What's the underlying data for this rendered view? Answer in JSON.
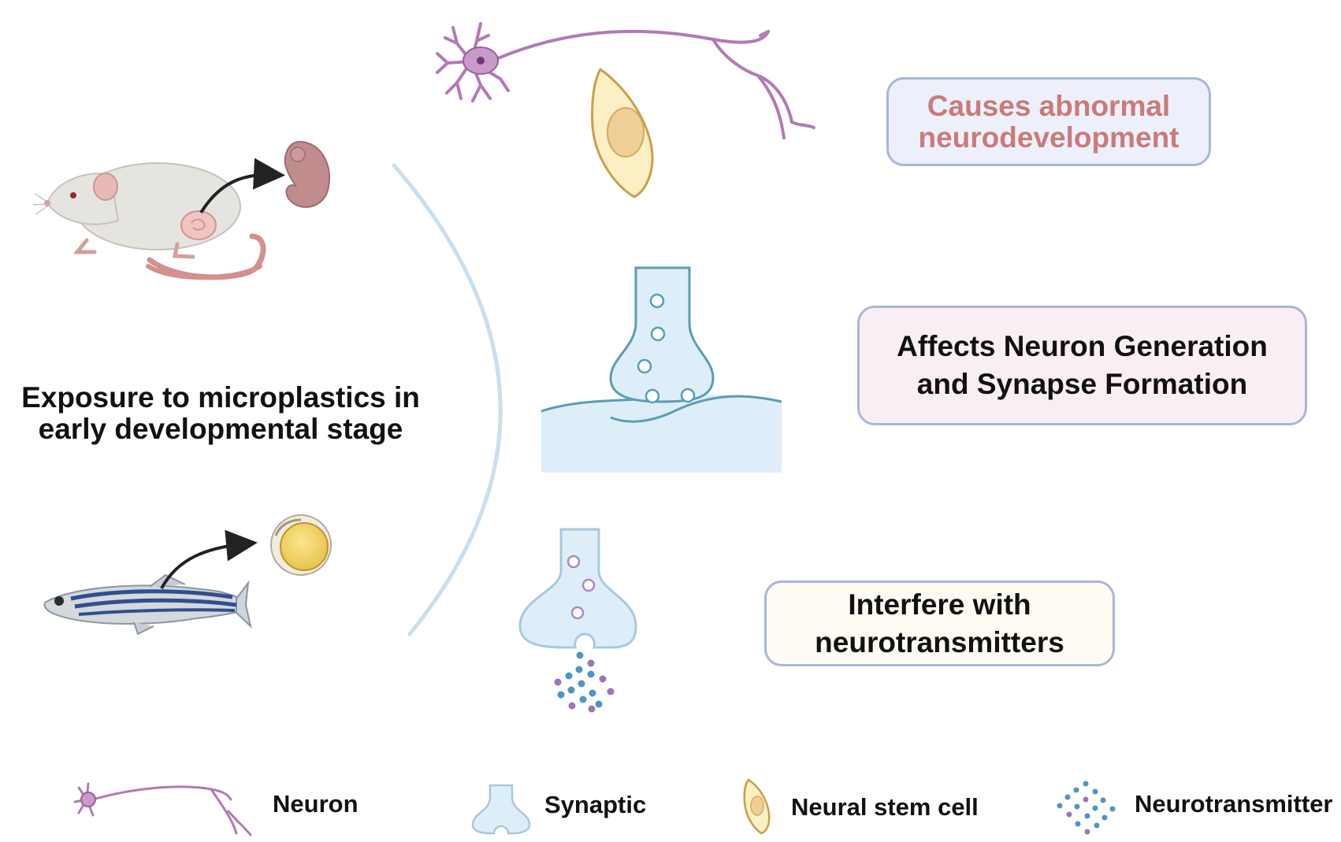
{
  "exposure_label": [
    "Exposure to microplastics in",
    "early developmental stage"
  ],
  "effects": [
    {
      "lines": [
        "Causes abnormal",
        "neurodevelopment"
      ]
    },
    {
      "lines": [
        "Affects Neuron Generation",
        "and Synapse Formation"
      ]
    },
    {
      "lines": [
        "Interfere with",
        "neurotransmitters"
      ]
    }
  ],
  "legend": {
    "neuron": "Neuron",
    "synaptic": "Synaptic",
    "neural_stem_cell": "Neural stem cell",
    "neurotransmitter": "Neurotransmitter"
  },
  "colors": {
    "neuron": "#b27ab6",
    "synapse_fill": "#ddeef8",
    "synapse_stroke": "#5a9db5",
    "stem_cell_fill": "#fbefc3",
    "stem_cell_stroke": "#c8a04b",
    "arc": "#c9dff0",
    "causes_text": "#c97b79"
  }
}
